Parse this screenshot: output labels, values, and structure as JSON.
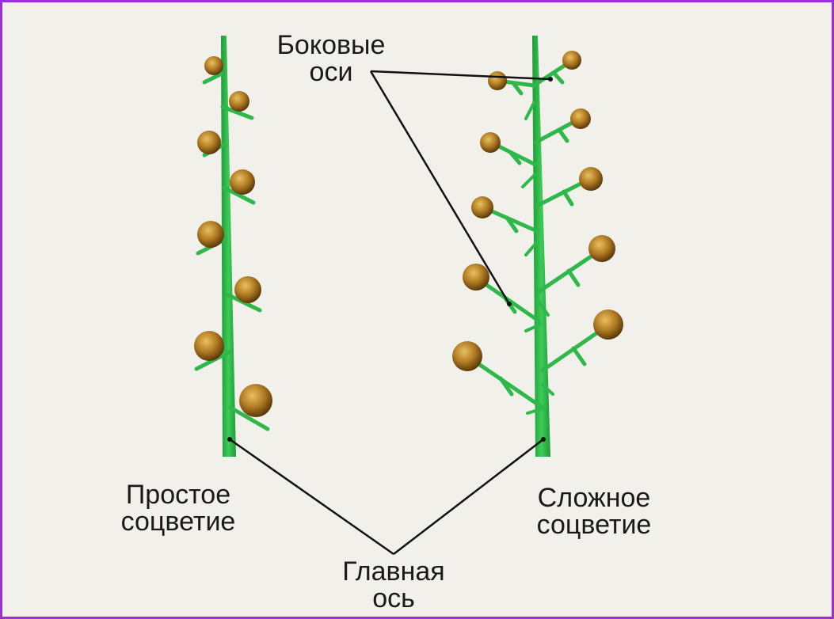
{
  "labels": {
    "lateral_axes": [
      "Боковые",
      "оси"
    ],
    "simple": [
      "Простое",
      "соцветие"
    ],
    "compound": [
      "Сложное",
      "соцветие"
    ],
    "main_axis": [
      "Главная",
      "ось"
    ]
  },
  "colors": {
    "frame": "#9b2fd6",
    "background": "#f1f0eb",
    "stem": "#2fb84a",
    "flower": "#a7741c",
    "pointer": "#111111"
  }
}
